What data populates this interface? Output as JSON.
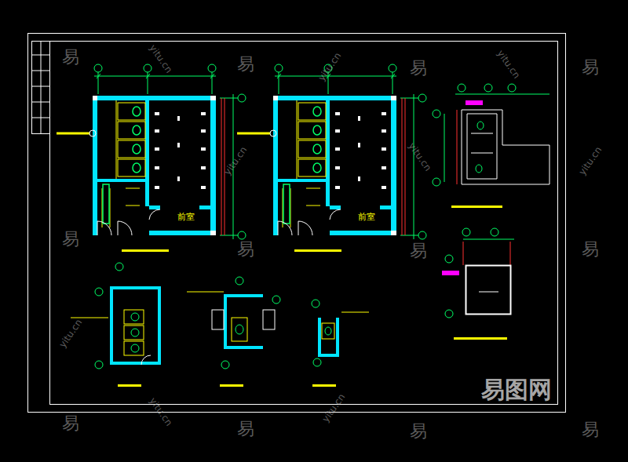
{
  "diagram": {
    "labels": [
      "易",
      "易",
      "易",
      "易",
      "易",
      "易",
      "易",
      "易",
      "易",
      "易",
      "易",
      "易",
      "yitu.cn",
      "yitu.cn",
      "yitu.cn",
      "yitu.cn",
      "yitu.cn",
      "yitu.cn",
      "yitu.cn",
      "yitu.cn",
      "yitu.cn",
      "前室",
      "前室",
      "易图网"
    ]
  }
}
